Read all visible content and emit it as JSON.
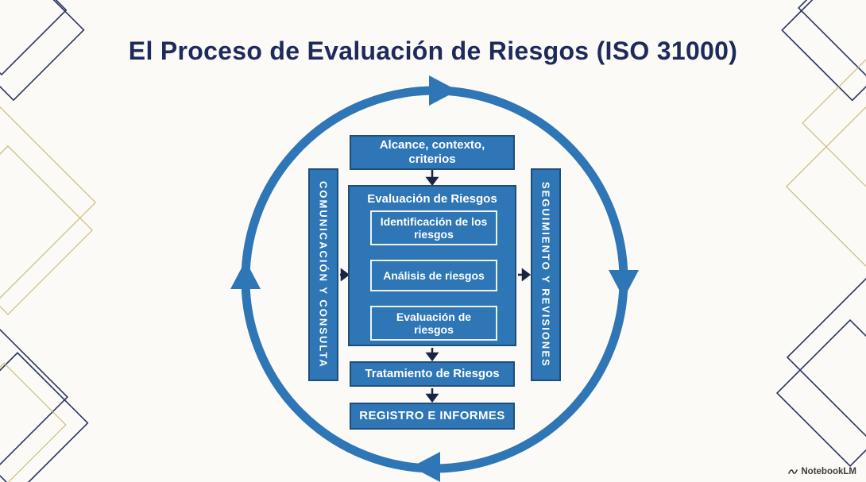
{
  "title": "El Proceso de Evaluación de Riesgos (ISO 31000)",
  "diagram": {
    "left_bar": "COMUNICACIÓN Y CONSULTA",
    "right_bar": "SEGUIMIENTO Y REVISIONES",
    "scope_box": "Alcance, contexto, criterios",
    "assessment": {
      "title": "Evaluación de Riesgos",
      "steps": [
        "Identificación de los riesgos",
        "Análisis de riesgos",
        "Evaluación de riesgos"
      ]
    },
    "treatment_box": "Tratamiento de Riesgos",
    "registry_box": "REGISTRO E INFORMES"
  },
  "watermark": {
    "icon": "notebooklm-icon",
    "label": "NotebookLM"
  },
  "colors": {
    "background": "#fbfaf6",
    "box_blue": "#2e76b5",
    "box_border": "#1f4e79",
    "title_navy": "#1f2a5c",
    "arrow_dark": "#1b2442",
    "deco_navy": "#2a3560",
    "deco_gold": "#c9b873",
    "text_white": "#ffffff"
  }
}
